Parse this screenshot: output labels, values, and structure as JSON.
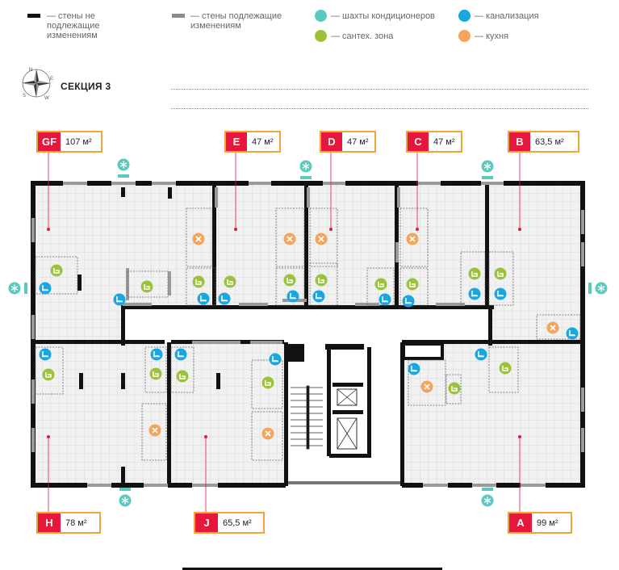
{
  "legend": {
    "fixed_walls": "— стены не подлежащие изменениям",
    "modifiable_walls": "— стены подлежащие изменениям",
    "ac_shafts": "— шахты кондиционеров",
    "plumbing_zone": "— сантех. зона",
    "sewerage": "— канализация",
    "kitchen": "— кухня"
  },
  "compass": {
    "n": "N",
    "s": "S",
    "e": "E",
    "w": "W"
  },
  "section_title": "СЕКЦИЯ 3",
  "colors": {
    "red": "#e5183b",
    "orange": "#f2a33a",
    "teal": "#5cc8c0",
    "blue": "#1aa6e0",
    "green": "#9cc23c",
    "kitchen": "#f3a55a"
  },
  "units": [
    {
      "code": "GF",
      "area": "107 м²"
    },
    {
      "code": "E",
      "area": "47 м²"
    },
    {
      "code": "D",
      "area": "47 м²"
    },
    {
      "code": "C",
      "area": "47 м²"
    },
    {
      "code": "B",
      "area": "63,5 м²"
    },
    {
      "code": "H",
      "area": "78 м²"
    },
    {
      "code": "J",
      "area": "65,5 м²"
    },
    {
      "code": "A",
      "area": "99 м²"
    }
  ]
}
